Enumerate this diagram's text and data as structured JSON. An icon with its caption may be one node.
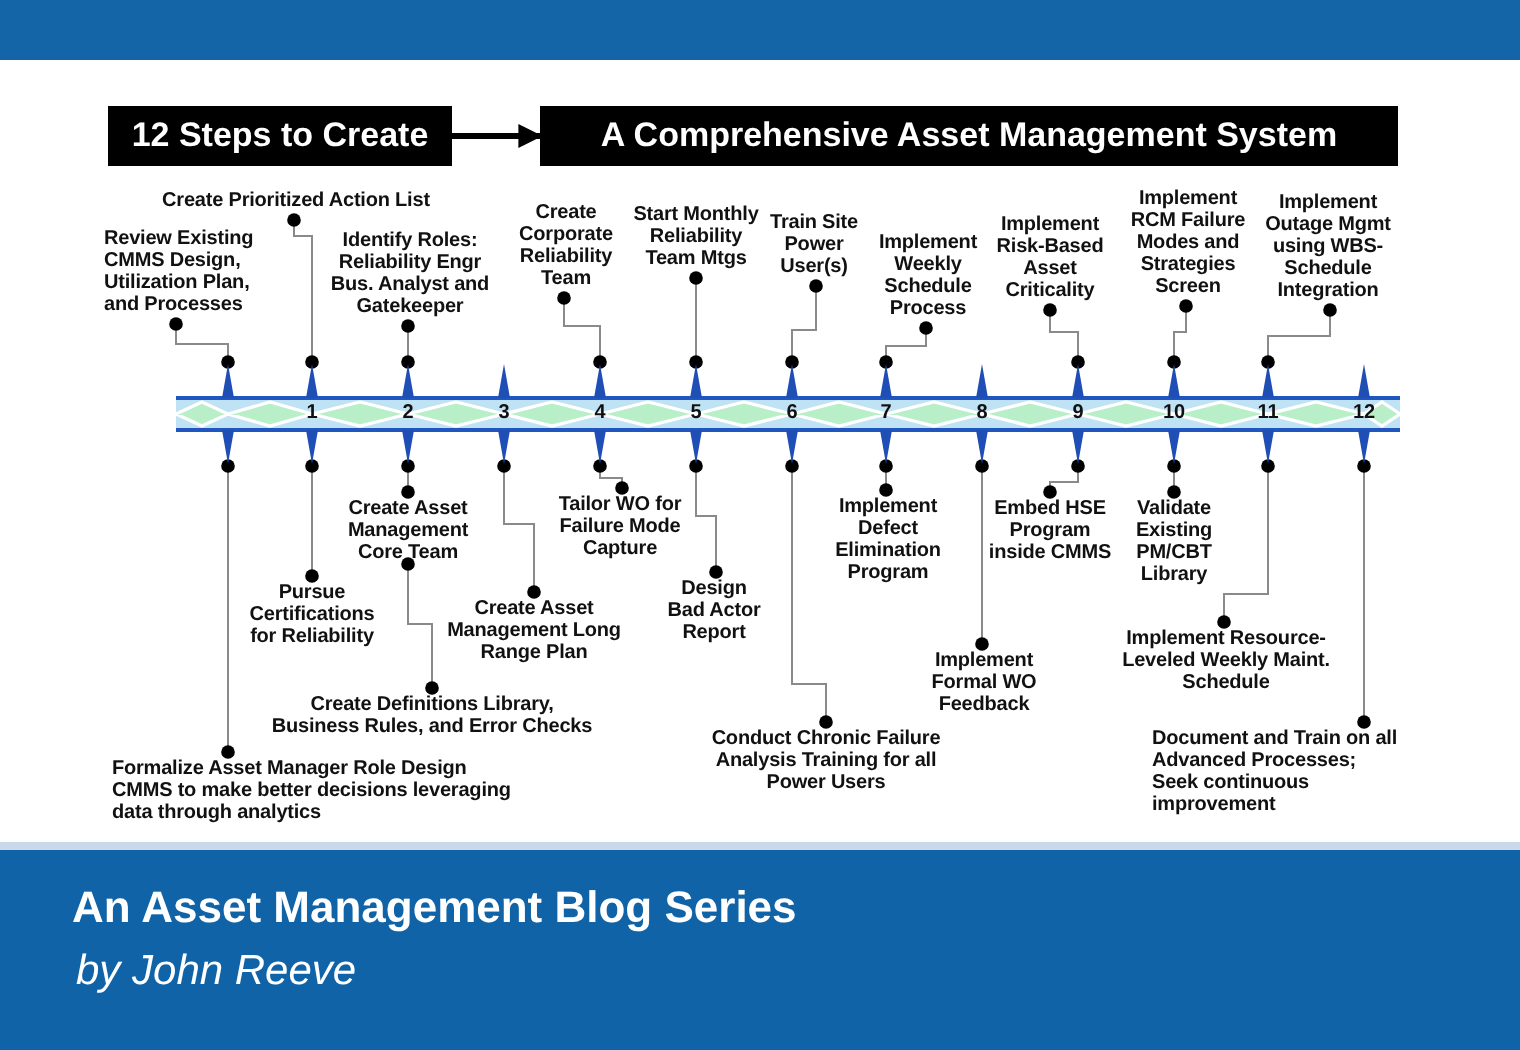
{
  "diagram": {
    "nodes": [
      {
        "text": [
          "12 Steps to Create"
        ]
      },
      {
        "text": [
          "A Comprehensive Asset Management System"
        ]
      },
      {
        "text": [
          "Review Existing CMMS Design, Utilization Plan, and Processes"
        ]
      },
      {
        "text": [
          "Create Prioritized Action List"
        ]
      },
      {
        "text": [
          "Identify Roles: Reliability Engr Bus. Analyst and Gatekeeper"
        ]
      },
      {
        "text": [
          "Create Corporate Reliability Team"
        ]
      },
      {
        "text": [
          "Start Monthly Reliability Team Mtgs"
        ]
      },
      {
        "text": [
          "Train Site Power User(s)"
        ]
      },
      {
        "text": [
          "Implement Weekly Schedule Process"
        ]
      },
      {
        "text": [
          "Implement Risk-Based Asset Criticality"
        ]
      },
      {
        "text": [
          "Implement RCM Failure Modes and Strategies Screen"
        ]
      },
      {
        "text": [
          "Implement Outage Mgmt using WBS-Schedule Integration"
        ]
      },
      {
        "text": [],
        "shape": "spike"
      },
      {
        "text": [
          "1"
        ]
      },
      {
        "text": [
          "2"
        ]
      },
      {
        "text": [
          "3"
        ]
      },
      {
        "text": [
          "4"
        ]
      },
      {
        "text": [
          "5"
        ]
      },
      {
        "text": [
          "6"
        ]
      },
      {
        "text": [
          "7"
        ]
      },
      {
        "text": [
          "8"
        ]
      },
      {
        "text": [
          "9"
        ]
      },
      {
        "text": [
          "10"
        ]
      },
      {
        "text": [
          "11"
        ]
      },
      {
        "text": [
          "12"
        ]
      },
      {
        "text": [
          "Formalize Asset Manager Role Design CMMS to make better decisions leveraging data through analytics"
        ]
      },
      {
        "text": [
          "Pursue Certifications for Reliability"
        ]
      },
      {
        "text": [
          "Create Asset Management Core Team"
        ]
      },
      {
        "text": [
          "Create Definitions Library, Business Rules, and Error Checks"
        ]
      },
      {
        "text": [
          "Create Asset Management Long Range Plan"
        ]
      },
      {
        "text": [
          "Tailor WO for Failure Mode Capture"
        ]
      },
      {
        "text": [
          "Design Bad Actor Report"
        ]
      },
      {
        "text": [
          "Conduct Chronic Failure Analysis Training for all Power Users"
        ]
      },
      {
        "text": [
          "Implement Defect Elimination Program"
        ]
      },
      {
        "text": [
          "Implement Formal WO Feedback"
        ]
      },
      {
        "text": [
          "Embed HSE Program inside CMMS"
        ]
      },
      {
        "text": [
          "Validate Existing PM/CBT Library"
        ]
      },
      {
        "text": [
          "Implement Resource-Leveled Weekly Maint. Schedule"
        ]
      },
      {
        "text": [
          "Document and Train on all Advanced Processes; Seek continuous improvement"
        ]
      }
    ],
    "edges": [
      {
        "from": 0,
        "to": 1,
        "arrow": "to",
        "style": "thick",
        "color": "#000000"
      },
      {
        "from": 2,
        "to": 12,
        "arrow": "other"
      },
      {
        "from": 3,
        "to": 13,
        "arrow": "other"
      },
      {
        "from": 4,
        "to": 14,
        "arrow": "other"
      },
      {
        "from": 5,
        "to": 16,
        "arrow": "other"
      },
      {
        "from": 6,
        "to": 17,
        "arrow": "other"
      },
      {
        "from": 7,
        "to": 18,
        "arrow": "other"
      },
      {
        "from": 8,
        "to": 19,
        "arrow": "other"
      },
      {
        "from": 9,
        "to": 21,
        "arrow": "other"
      },
      {
        "from": 10,
        "to": 22,
        "arrow": "other"
      },
      {
        "from": 11,
        "to": 23,
        "arrow": "other"
      },
      {
        "from": 25,
        "to": 12,
        "arrow": "other"
      },
      {
        "from": 26,
        "to": 13,
        "arrow": "other"
      },
      {
        "from": 27,
        "to": 14,
        "arrow": "other"
      },
      {
        "from": 28,
        "to": 27,
        "arrow": "other"
      },
      {
        "from": 29,
        "to": 15,
        "arrow": "other"
      },
      {
        "from": 30,
        "to": 16,
        "arrow": "other"
      },
      {
        "from": 31,
        "to": 17,
        "arrow": "other"
      },
      {
        "from": 32,
        "to": 18,
        "arrow": "other"
      },
      {
        "from": 33,
        "to": 19,
        "arrow": "other"
      },
      {
        "from": 34,
        "to": 20,
        "arrow": "other"
      },
      {
        "from": 35,
        "to": 21,
        "arrow": "other"
      },
      {
        "from": 36,
        "to": 22,
        "arrow": "other"
      },
      {
        "from": 37,
        "to": 23,
        "arrow": "other"
      },
      {
        "from": 38,
        "to": 24,
        "arrow": "other"
      }
    ],
    "labels": [
      "An Asset Management Blog Series",
      "by John Reeve"
    ]
  }
}
